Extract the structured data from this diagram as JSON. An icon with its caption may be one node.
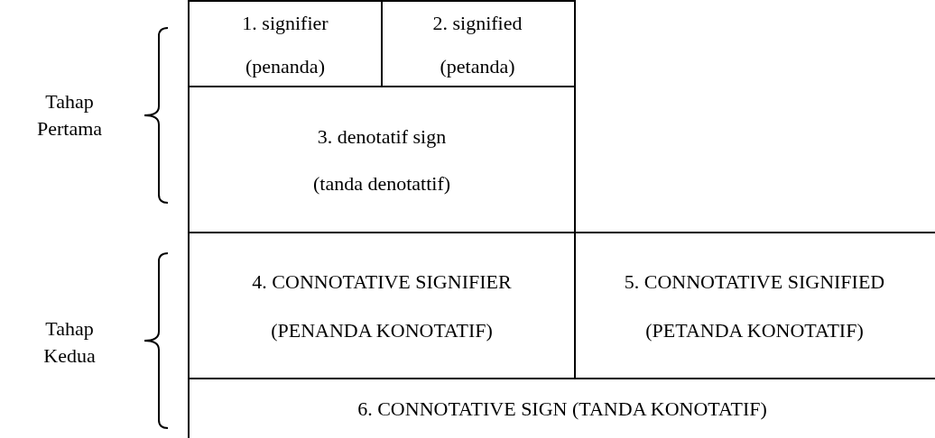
{
  "diagram": {
    "nodes": [
      {
        "text": [
          "1. signifier",
          "(penanda)"
        ]
      },
      {
        "text": [
          "2. signified",
          "(petanda)"
        ]
      },
      {
        "text": [
          "3. denotatif sign",
          "(tanda denotattif)"
        ]
      },
      {
        "text": [
          "4. CONNOTATIVE SIGNIFIER",
          "(PENANDA KONOTATIF)"
        ]
      },
      {
        "text": [
          "5. CONNOTATIVE SIGNIFIED",
          "(PETANDA KONOTATIF)"
        ]
      },
      {
        "text": [
          "6. CONNOTATIVE SIGN (TANDA KONOTATIF)"
        ]
      }
    ],
    "edges": [],
    "labels": [
      "Tahap Pertama",
      "Tahap Kedua"
    ]
  }
}
